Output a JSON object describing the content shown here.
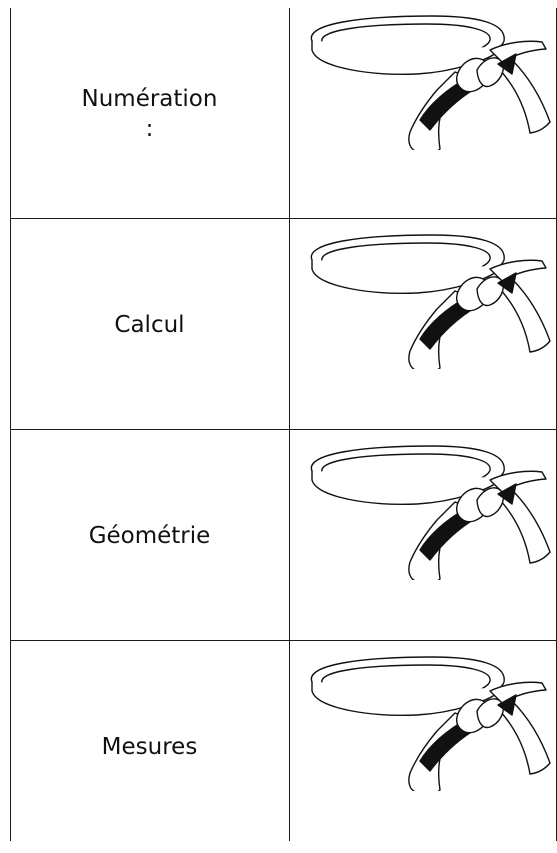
{
  "rows": [
    {
      "label": "Numération",
      "suffix": ":",
      "belt_icon": "judo-belt-icon"
    },
    {
      "label": "Calcul",
      "suffix": "",
      "belt_icon": "judo-belt-icon"
    },
    {
      "label": "Géométrie",
      "suffix": "",
      "belt_icon": "judo-belt-icon"
    },
    {
      "label": "Mesures",
      "suffix": "",
      "belt_icon": "judo-belt-icon"
    }
  ],
  "colors": {
    "grid_line": "#1a1a1a",
    "belt_outline": "#111111",
    "belt_fill": "#ffffff",
    "text": "#111111"
  }
}
